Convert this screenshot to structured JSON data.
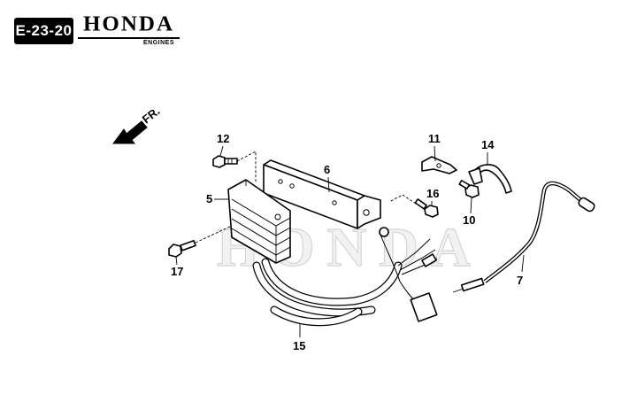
{
  "header": {
    "page_code": "E-23-20",
    "brand_name": "HONDA",
    "brand_sub": "ENGINES"
  },
  "diagram": {
    "front_arrow_label": "FR.",
    "watermark": "HONDA",
    "callouts": [
      {
        "id": "5",
        "label": "5"
      },
      {
        "id": "6",
        "label": "6"
      },
      {
        "id": "7",
        "label": "7"
      },
      {
        "id": "10",
        "label": "10"
      },
      {
        "id": "11",
        "label": "11"
      },
      {
        "id": "12",
        "label": "12"
      },
      {
        "id": "14",
        "label": "14"
      },
      {
        "id": "15",
        "label": "15"
      },
      {
        "id": "16",
        "label": "16"
      },
      {
        "id": "17",
        "label": "17"
      }
    ]
  }
}
